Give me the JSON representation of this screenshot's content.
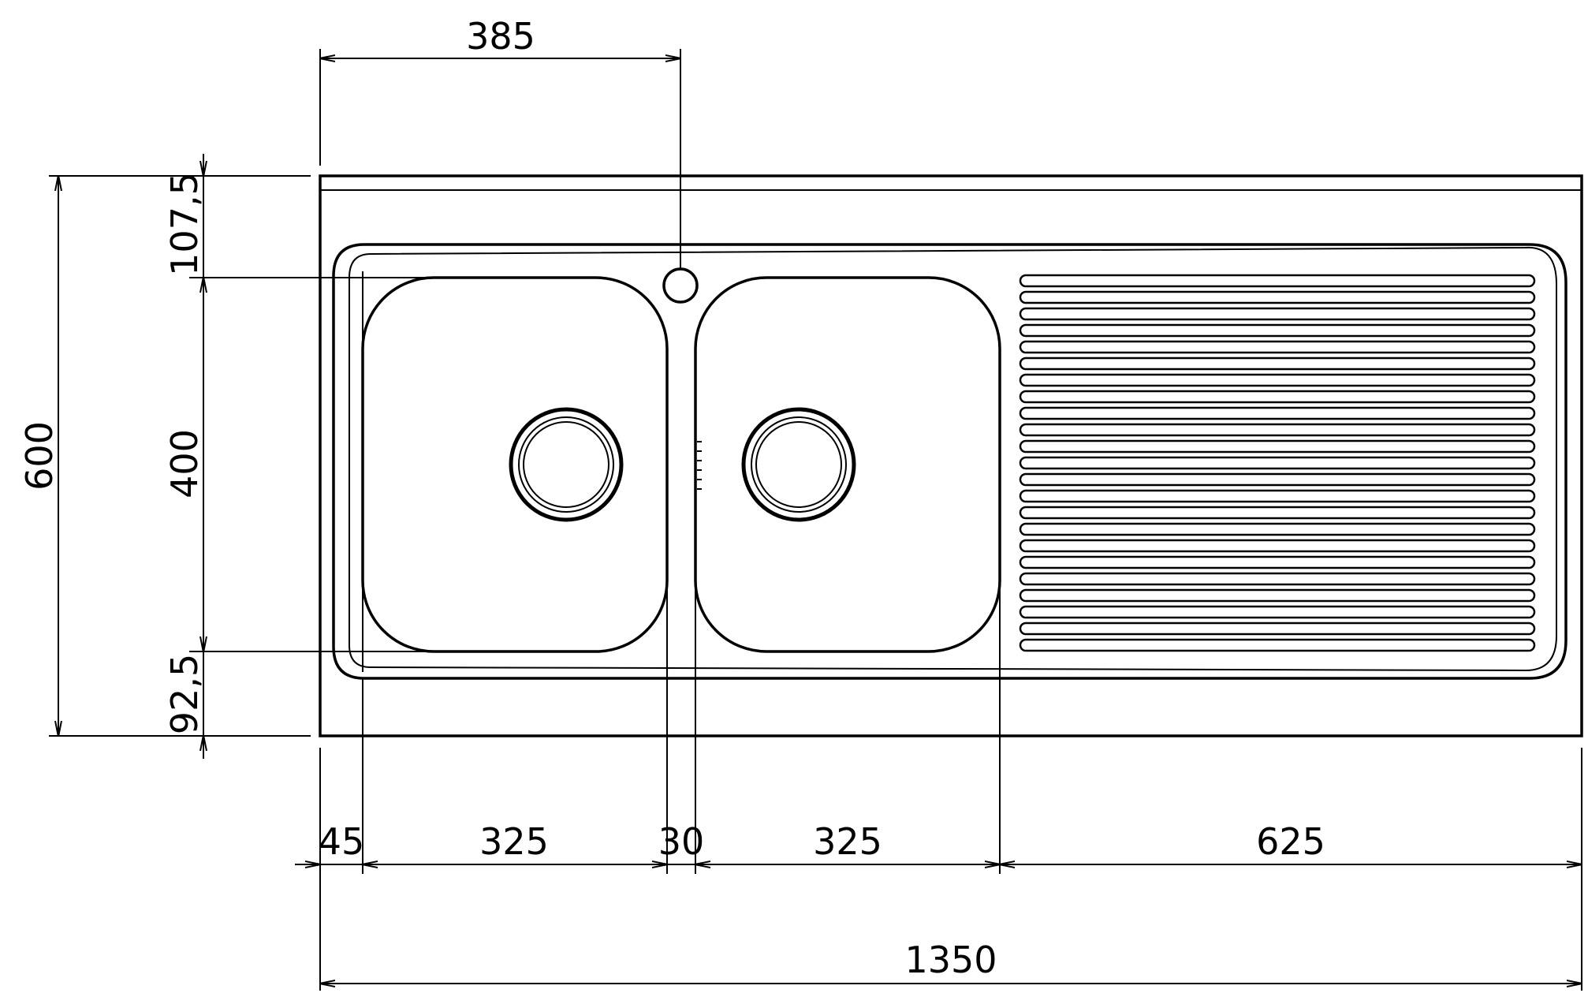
{
  "dimensions": {
    "tap_offset": "385",
    "back_margin": "107,5",
    "overall_depth": "600",
    "bowl_depth": "400",
    "front_margin": "92,5",
    "left_edge": "45",
    "bowl_left_width": "325",
    "divider": "30",
    "bowl_right_width": "325",
    "drainer_width": "625",
    "overall_length": "1350"
  },
  "drainer": {
    "rib_count": 23
  }
}
